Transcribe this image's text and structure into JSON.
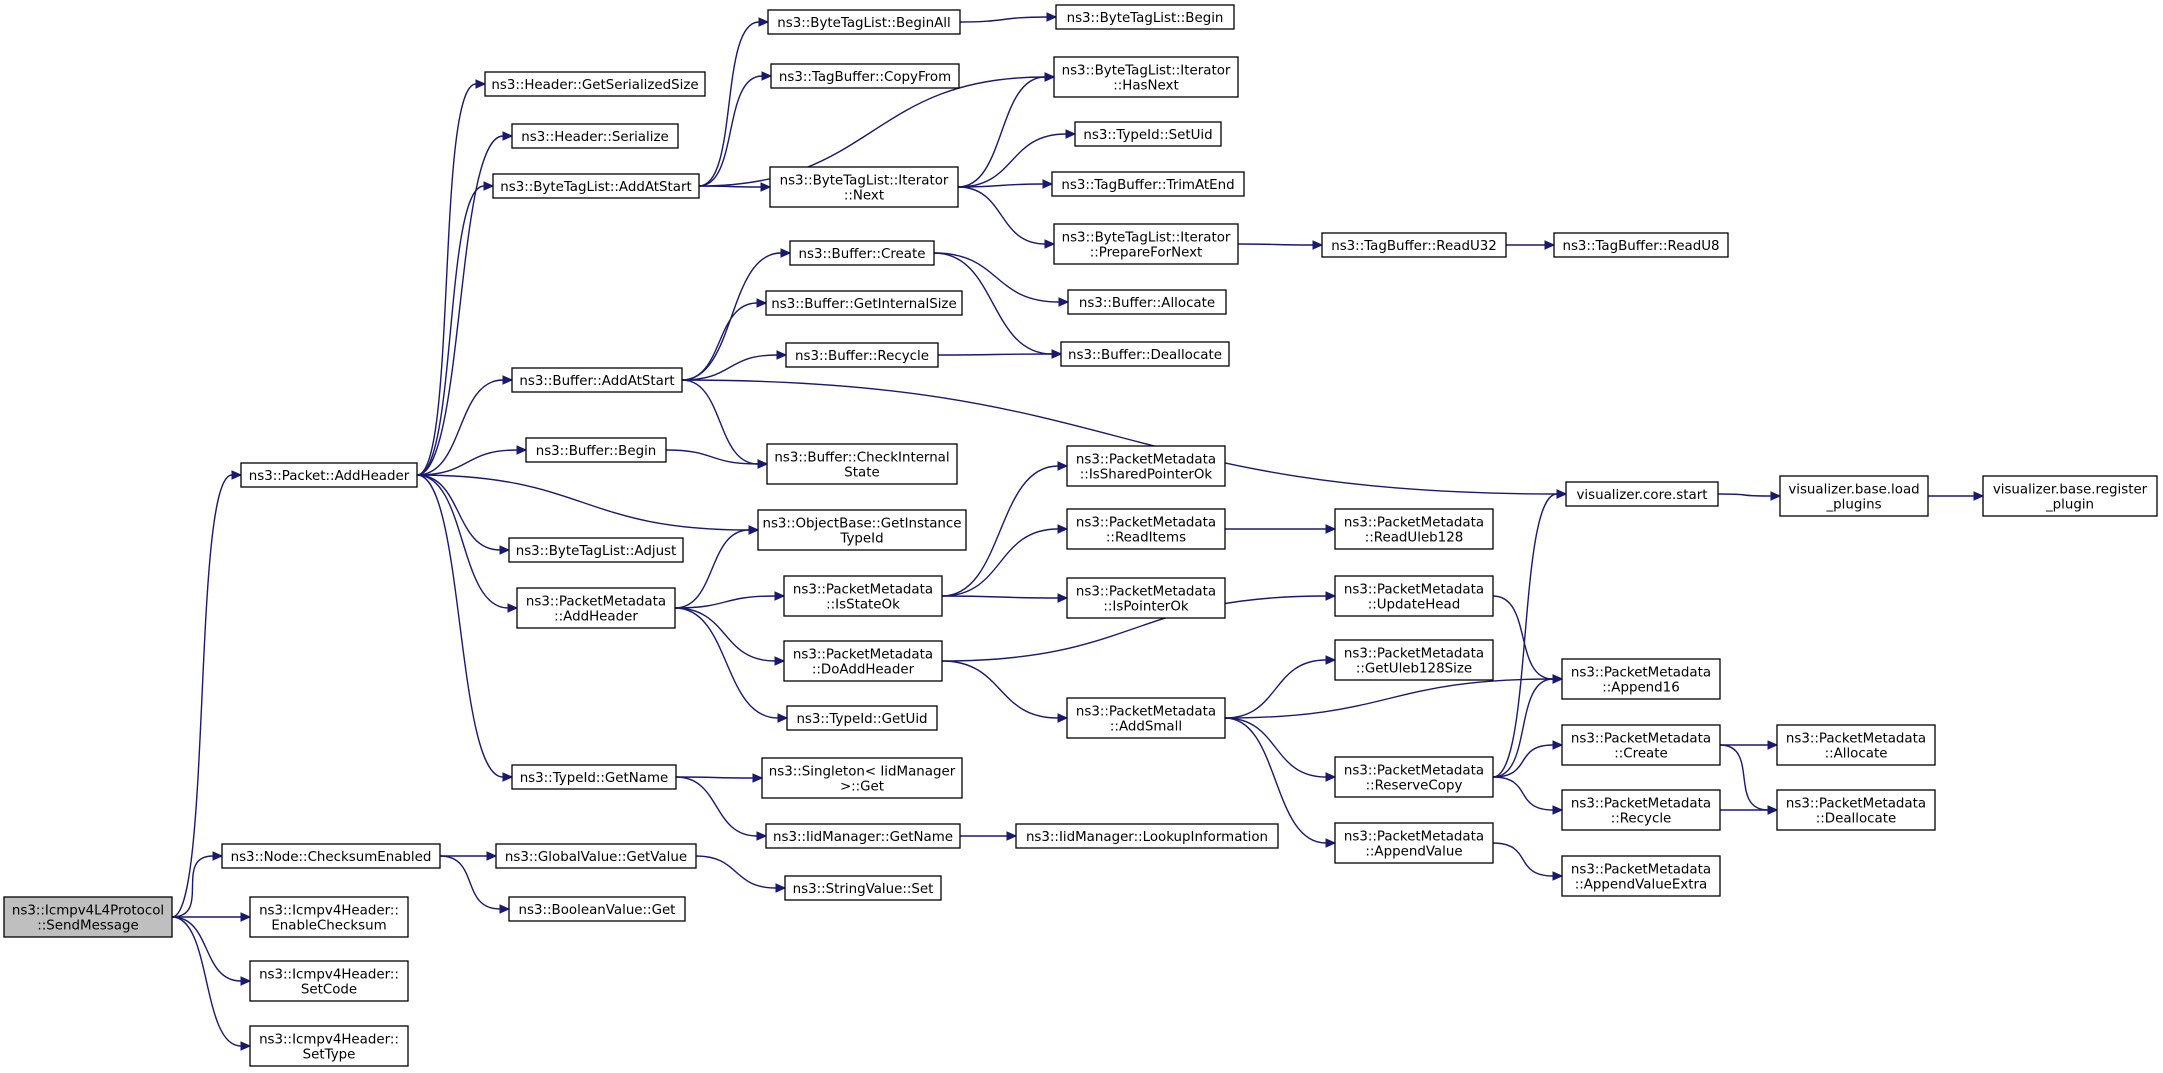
{
  "colors": {
    "edge": "#191970",
    "node_border": "#000000",
    "node_fill": "#ffffff",
    "root_fill": "#bfbfbf",
    "background": "#ffffff"
  },
  "nodes": [
    {
      "id": "root",
      "lines": [
        "ns3::Icmpv4L4Protocol",
        "::SendMessage"
      ],
      "root": true
    },
    {
      "id": "n_addheader",
      "lines": [
        "ns3::Packet::AddHeader"
      ]
    },
    {
      "id": "n_checksum",
      "lines": [
        "ns3::Node::ChecksumEnabled"
      ]
    },
    {
      "id": "n_enablechecksum",
      "lines": [
        "ns3::Icmpv4Header::",
        "EnableChecksum"
      ]
    },
    {
      "id": "n_setcode",
      "lines": [
        "ns3::Icmpv4Header::",
        "SetCode"
      ]
    },
    {
      "id": "n_settype",
      "lines": [
        "ns3::Icmpv4Header::",
        "SetType"
      ]
    },
    {
      "id": "n_getserializedsize",
      "lines": [
        "ns3::Header::GetSerializedSize"
      ]
    },
    {
      "id": "n_serialize",
      "lines": [
        "ns3::Header::Serialize"
      ]
    },
    {
      "id": "n_btl_addatstart",
      "lines": [
        "ns3::ByteTagList::AddAtStart"
      ]
    },
    {
      "id": "n_buf_addatstart",
      "lines": [
        "ns3::Buffer::AddAtStart"
      ]
    },
    {
      "id": "n_buf_begin",
      "lines": [
        "ns3::Buffer::Begin"
      ]
    },
    {
      "id": "n_btl_adjust",
      "lines": [
        "ns3::ByteTagList::Adjust"
      ]
    },
    {
      "id": "n_pm_addheader",
      "lines": [
        "ns3::PacketMetadata",
        "::AddHeader"
      ]
    },
    {
      "id": "n_typeid_getname",
      "lines": [
        "ns3::TypeId::GetName"
      ]
    },
    {
      "id": "n_gv_getvalue",
      "lines": [
        "ns3::GlobalValue::GetValue"
      ]
    },
    {
      "id": "n_bv_get",
      "lines": [
        "ns3::BooleanValue::Get"
      ]
    },
    {
      "id": "n_btl_beginall",
      "lines": [
        "ns3::ByteTagList::BeginAll"
      ]
    },
    {
      "id": "n_tb_copyfrom",
      "lines": [
        "ns3::TagBuffer::CopyFrom"
      ]
    },
    {
      "id": "n_btli_next",
      "lines": [
        "ns3::ByteTagList::Iterator",
        "::Next"
      ]
    },
    {
      "id": "n_buf_create",
      "lines": [
        "ns3::Buffer::Create"
      ]
    },
    {
      "id": "n_buf_getinternalsize",
      "lines": [
        "ns3::Buffer::GetInternalSize"
      ]
    },
    {
      "id": "n_buf_recycle",
      "lines": [
        "ns3::Buffer::Recycle"
      ]
    },
    {
      "id": "n_buf_checkinternal",
      "lines": [
        "ns3::Buffer::CheckInternal",
        "State"
      ]
    },
    {
      "id": "n_ob_getinstance",
      "lines": [
        "ns3::ObjectBase::GetInstance",
        "TypeId"
      ]
    },
    {
      "id": "n_pm_isstateok",
      "lines": [
        "ns3::PacketMetadata",
        "::IsStateOk"
      ]
    },
    {
      "id": "n_pm_doaddheader",
      "lines": [
        "ns3::PacketMetadata",
        "::DoAddHeader"
      ]
    },
    {
      "id": "n_typeid_getuid",
      "lines": [
        "ns3::TypeId::GetUid"
      ]
    },
    {
      "id": "n_singleton",
      "lines": [
        "ns3::Singleton< IidManager",
        ">::Get"
      ]
    },
    {
      "id": "n_iid_getname",
      "lines": [
        "ns3::IidManager::GetName"
      ]
    },
    {
      "id": "n_sv_set",
      "lines": [
        "ns3::StringValue::Set"
      ]
    },
    {
      "id": "n_btl_begin",
      "lines": [
        "ns3::ByteTagList::Begin"
      ]
    },
    {
      "id": "n_btli_hasnext",
      "lines": [
        "ns3::ByteTagList::Iterator",
        "::HasNext"
      ]
    },
    {
      "id": "n_typeid_setuid",
      "lines": [
        "ns3::TypeId::SetUid"
      ]
    },
    {
      "id": "n_tb_trimatend",
      "lines": [
        "ns3::TagBuffer::TrimAtEnd"
      ]
    },
    {
      "id": "n_btli_preparefornext",
      "lines": [
        "ns3::ByteTagList::Iterator",
        "::PrepareForNext"
      ]
    },
    {
      "id": "n_buf_allocate",
      "lines": [
        "ns3::Buffer::Allocate"
      ]
    },
    {
      "id": "n_buf_deallocate",
      "lines": [
        "ns3::Buffer::Deallocate"
      ]
    },
    {
      "id": "n_pm_issharedpointerok",
      "lines": [
        "ns3::PacketMetadata",
        "::IsSharedPointerOk"
      ]
    },
    {
      "id": "n_pm_readitems",
      "lines": [
        "ns3::PacketMetadata",
        "::ReadItems"
      ]
    },
    {
      "id": "n_pm_ispointerok",
      "lines": [
        "ns3::PacketMetadata",
        "::IsPointerOk"
      ]
    },
    {
      "id": "n_pm_addsmall",
      "lines": [
        "ns3::PacketMetadata",
        "::AddSmall"
      ]
    },
    {
      "id": "n_iid_lookup",
      "lines": [
        "ns3::IidManager::LookupInformation"
      ]
    },
    {
      "id": "n_tb_readu32",
      "lines": [
        "ns3::TagBuffer::ReadU32"
      ]
    },
    {
      "id": "n_pm_readuleb128",
      "lines": [
        "ns3::PacketMetadata",
        "::ReadUleb128"
      ]
    },
    {
      "id": "n_pm_updatehead",
      "lines": [
        "ns3::PacketMetadata",
        "::UpdateHead"
      ]
    },
    {
      "id": "n_pm_getuleb128size",
      "lines": [
        "ns3::PacketMetadata",
        "::GetUleb128Size"
      ]
    },
    {
      "id": "n_pm_reservecopy",
      "lines": [
        "ns3::PacketMetadata",
        "::ReserveCopy"
      ]
    },
    {
      "id": "n_pm_appendvalue",
      "lines": [
        "ns3::PacketMetadata",
        "::AppendValue"
      ]
    },
    {
      "id": "n_tb_readu8",
      "lines": [
        "ns3::TagBuffer::ReadU8"
      ]
    },
    {
      "id": "n_viz_start",
      "lines": [
        "visualizer.core.start"
      ]
    },
    {
      "id": "n_pm_append16",
      "lines": [
        "ns3::PacketMetadata",
        "::Append16"
      ]
    },
    {
      "id": "n_pm_create",
      "lines": [
        "ns3::PacketMetadata",
        "::Create"
      ]
    },
    {
      "id": "n_pm_recycle",
      "lines": [
        "ns3::PacketMetadata",
        "::Recycle"
      ]
    },
    {
      "id": "n_pm_appendvalueextra",
      "lines": [
        "ns3::PacketMetadata",
        "::AppendValueExtra"
      ]
    },
    {
      "id": "n_viz_loadplugins",
      "lines": [
        "visualizer.base.load",
        "_plugins"
      ]
    },
    {
      "id": "n_pm_allocate",
      "lines": [
        "ns3::PacketMetadata",
        "::Allocate"
      ]
    },
    {
      "id": "n_pm_deallocate",
      "lines": [
        "ns3::PacketMetadata",
        "::Deallocate"
      ]
    },
    {
      "id": "n_viz_registerplugin",
      "lines": [
        "visualizer.base.register",
        "_plugin"
      ]
    }
  ],
  "edges": [
    [
      "root",
      "n_addheader"
    ],
    [
      "root",
      "n_checksum"
    ],
    [
      "root",
      "n_enablechecksum"
    ],
    [
      "root",
      "n_setcode"
    ],
    [
      "root",
      "n_settype"
    ],
    [
      "n_addheader",
      "n_getserializedsize"
    ],
    [
      "n_addheader",
      "n_serialize"
    ],
    [
      "n_addheader",
      "n_btl_addatstart"
    ],
    [
      "n_addheader",
      "n_buf_addatstart"
    ],
    [
      "n_addheader",
      "n_buf_begin"
    ],
    [
      "n_addheader",
      "n_ob_getinstance"
    ],
    [
      "n_addheader",
      "n_btl_adjust"
    ],
    [
      "n_addheader",
      "n_pm_addheader"
    ],
    [
      "n_addheader",
      "n_typeid_getname"
    ],
    [
      "n_checksum",
      "n_gv_getvalue"
    ],
    [
      "n_checksum",
      "n_bv_get"
    ],
    [
      "n_btl_addatstart",
      "n_btl_beginall"
    ],
    [
      "n_btl_addatstart",
      "n_tb_copyfrom"
    ],
    [
      "n_btl_addatstart",
      "n_btli_hasnext"
    ],
    [
      "n_btl_addatstart",
      "n_btli_next"
    ],
    [
      "n_btl_beginall",
      "n_btl_begin"
    ],
    [
      "n_btli_next",
      "n_btli_hasnext"
    ],
    [
      "n_btli_next",
      "n_typeid_setuid"
    ],
    [
      "n_btli_next",
      "n_tb_trimatend"
    ],
    [
      "n_btli_next",
      "n_btli_preparefornext"
    ],
    [
      "n_btli_preparefornext",
      "n_tb_readu32"
    ],
    [
      "n_tb_readu32",
      "n_tb_readu8"
    ],
    [
      "n_buf_addatstart",
      "n_buf_create"
    ],
    [
      "n_buf_addatstart",
      "n_buf_getinternalsize"
    ],
    [
      "n_buf_addatstart",
      "n_buf_recycle"
    ],
    [
      "n_buf_addatstart",
      "n_buf_checkinternal"
    ],
    [
      "n_buf_addatstart",
      "n_viz_start"
    ],
    [
      "n_buf_create",
      "n_buf_allocate"
    ],
    [
      "n_buf_create",
      "n_buf_deallocate"
    ],
    [
      "n_buf_recycle",
      "n_buf_deallocate"
    ],
    [
      "n_buf_begin",
      "n_buf_checkinternal"
    ],
    [
      "n_pm_addheader",
      "n_ob_getinstance"
    ],
    [
      "n_pm_addheader",
      "n_pm_isstateok"
    ],
    [
      "n_pm_addheader",
      "n_pm_doaddheader"
    ],
    [
      "n_pm_addheader",
      "n_typeid_getuid"
    ],
    [
      "n_pm_isstateok",
      "n_pm_issharedpointerok"
    ],
    [
      "n_pm_isstateok",
      "n_pm_readitems"
    ],
    [
      "n_pm_isstateok",
      "n_pm_ispointerok"
    ],
    [
      "n_pm_readitems",
      "n_pm_readuleb128"
    ],
    [
      "n_pm_doaddheader",
      "n_pm_updatehead"
    ],
    [
      "n_pm_doaddheader",
      "n_pm_addsmall"
    ],
    [
      "n_pm_updatehead",
      "n_pm_append16"
    ],
    [
      "n_pm_addsmall",
      "n_pm_getuleb128size"
    ],
    [
      "n_pm_addsmall",
      "n_pm_append16"
    ],
    [
      "n_pm_addsmall",
      "n_pm_reservecopy"
    ],
    [
      "n_pm_addsmall",
      "n_pm_appendvalue"
    ],
    [
      "n_pm_reservecopy",
      "n_viz_start"
    ],
    [
      "n_pm_reservecopy",
      "n_pm_append16"
    ],
    [
      "n_pm_reservecopy",
      "n_pm_create"
    ],
    [
      "n_pm_reservecopy",
      "n_pm_recycle"
    ],
    [
      "n_pm_create",
      "n_pm_allocate"
    ],
    [
      "n_pm_create",
      "n_pm_deallocate"
    ],
    [
      "n_pm_recycle",
      "n_pm_deallocate"
    ],
    [
      "n_pm_appendvalue",
      "n_pm_appendvalueextra"
    ],
    [
      "n_viz_start",
      "n_viz_loadplugins"
    ],
    [
      "n_viz_loadplugins",
      "n_viz_registerplugin"
    ],
    [
      "n_typeid_getname",
      "n_singleton"
    ],
    [
      "n_typeid_getname",
      "n_iid_getname"
    ],
    [
      "n_iid_getname",
      "n_iid_lookup"
    ],
    [
      "n_gv_getvalue",
      "n_sv_set"
    ]
  ]
}
